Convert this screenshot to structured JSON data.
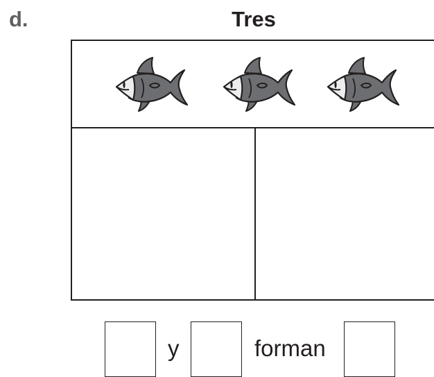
{
  "problem": {
    "label": "d.",
    "title": "Tres"
  },
  "mat": {
    "fish_count": 3
  },
  "equation": {
    "word_and": "y",
    "word_make": "forman"
  },
  "colors": {
    "fish_dark": "#6d6e71",
    "fish_light": "#d1d3d4",
    "fish_head": "#ededee",
    "ink": "#231f20"
  }
}
